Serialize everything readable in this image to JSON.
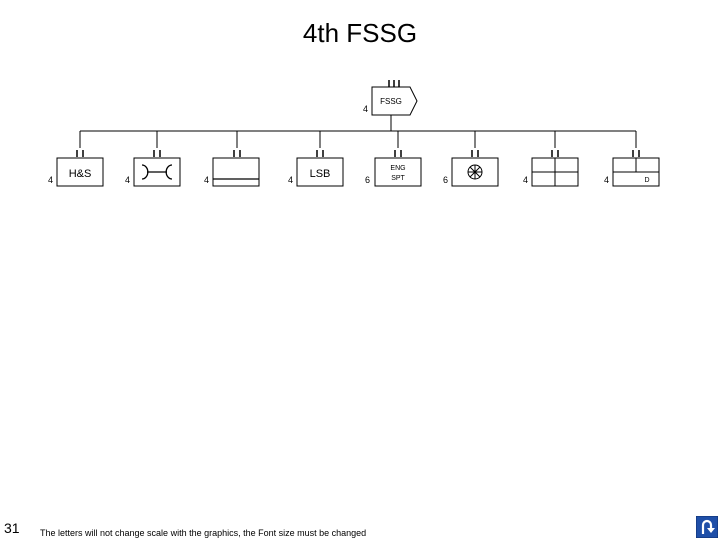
{
  "title": "4th FSSG",
  "headquarters": {
    "label": "FSSG",
    "echelon_count": "4"
  },
  "units": [
    {
      "label": "H&S",
      "count": "4",
      "symbol": "text"
    },
    {
      "label": "",
      "count": "4",
      "symbol": "supply"
    },
    {
      "label": "",
      "count": "4",
      "symbol": "maintenance"
    },
    {
      "label": "LSB",
      "count": "4",
      "symbol": "text"
    },
    {
      "label": "ENG\nSPT",
      "count": "6",
      "symbol": "text-small"
    },
    {
      "label": "",
      "count": "6",
      "symbol": "motor-transport"
    },
    {
      "label": "",
      "count": "4",
      "symbol": "medical"
    },
    {
      "label": "D",
      "count": "4",
      "symbol": "dental"
    }
  ],
  "footer_note": "The letters will not change scale with the graphics, the Font size must be changed",
  "page_number": "31",
  "return_icon": "return-arrow-icon",
  "colors": {
    "return_button": "#1f4fa8"
  }
}
